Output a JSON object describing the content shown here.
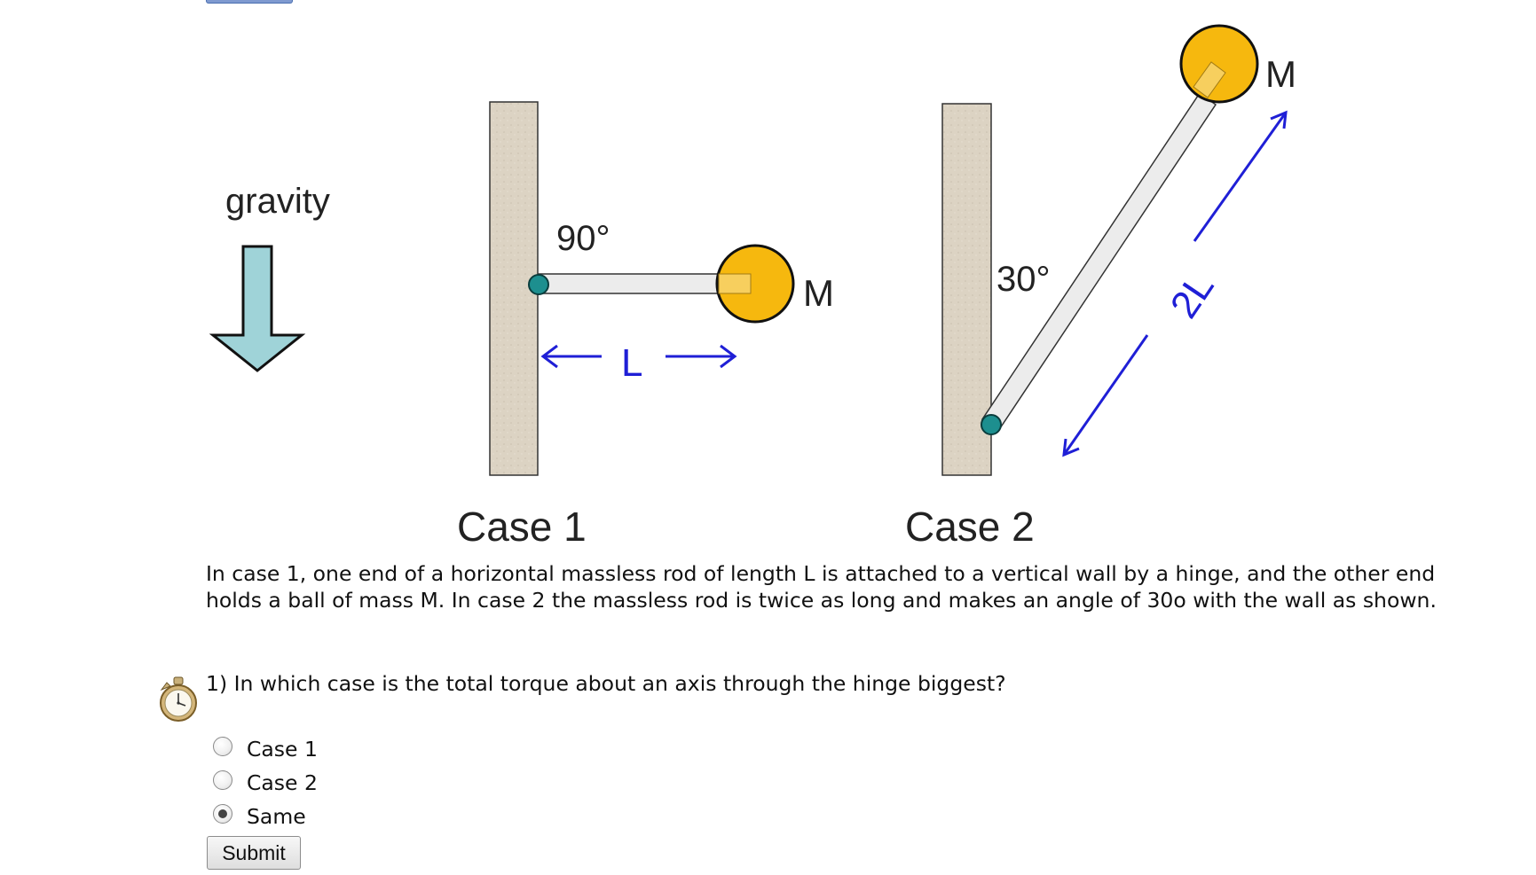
{
  "figure": {
    "gravity_label": "gravity",
    "case1": {
      "angle_label": "90°",
      "mass_label": "M",
      "length_label": "L",
      "caption": "Case 1"
    },
    "case2": {
      "angle_label": "30°",
      "mass_label": "M",
      "length_label": "2L",
      "caption": "Case 2"
    },
    "colors": {
      "wall": "#dcd3c3",
      "ball": "#f6b80e",
      "hinge": "#1d8f8f",
      "arrow_gravity": "#9fd3d8",
      "dimension": "#1f1fd6"
    }
  },
  "problem": {
    "description_line1": "In case 1, one end of a horizontal massless rod of length L is attached to a vertical wall by a hinge, and the other end",
    "description_line2": "holds a ball of mass M. In case 2 the massless rod is twice as long and makes an angle of 30o with the wall as shown."
  },
  "question": {
    "icon": "stopwatch-icon",
    "text": "1) In which case is the total torque about an axis through the hinge biggest?",
    "options": [
      {
        "label": "Case 1",
        "selected": false
      },
      {
        "label": "Case 2",
        "selected": false
      },
      {
        "label": "Same",
        "selected": true
      }
    ],
    "submit_label": "Submit"
  }
}
